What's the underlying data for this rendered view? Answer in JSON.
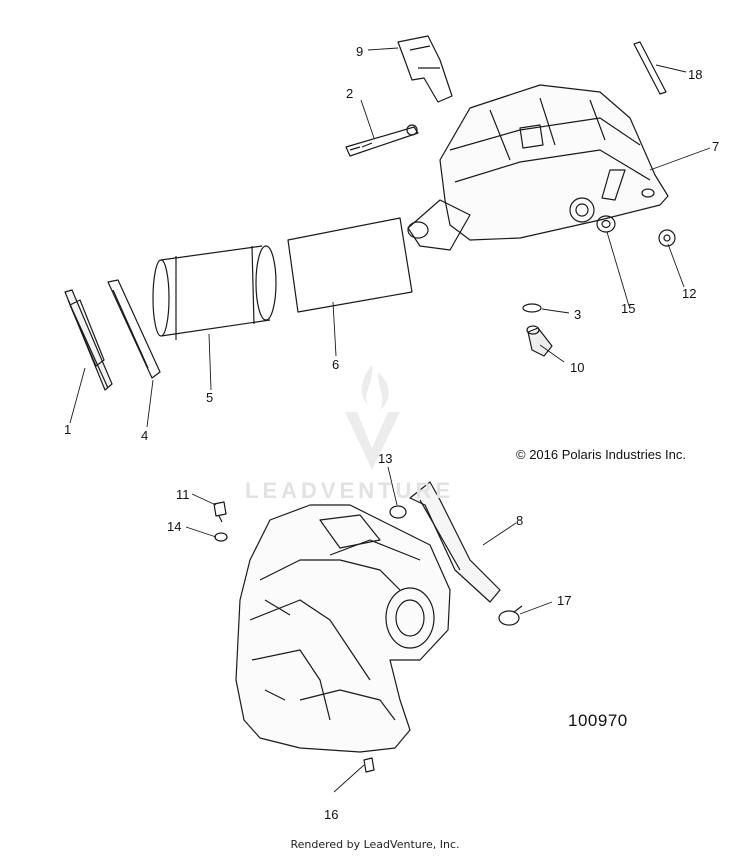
{
  "callouts": [
    {
      "id": "1",
      "label": "1"
    },
    {
      "id": "2",
      "label": "2"
    },
    {
      "id": "3",
      "label": "3"
    },
    {
      "id": "4",
      "label": "4"
    },
    {
      "id": "5",
      "label": "5"
    },
    {
      "id": "6",
      "label": "6"
    },
    {
      "id": "7",
      "label": "7"
    },
    {
      "id": "8",
      "label": "8"
    },
    {
      "id": "9",
      "label": "9"
    },
    {
      "id": "10",
      "label": "10"
    },
    {
      "id": "11",
      "label": "11"
    },
    {
      "id": "12",
      "label": "12"
    },
    {
      "id": "13",
      "label": "13"
    },
    {
      "id": "14",
      "label": "14"
    },
    {
      "id": "15",
      "label": "15"
    },
    {
      "id": "16",
      "label": "16"
    },
    {
      "id": "17",
      "label": "17"
    },
    {
      "id": "18",
      "label": "18"
    }
  ],
  "copyright": "© 2016 Polaris Industries Inc.",
  "drawing_number": "100970",
  "footer": "Rendered by LeadVenture, Inc.",
  "watermark": "LEADVENTURE",
  "colors": {
    "line": "#1a1a1a",
    "watermark": "#e2e2e2",
    "background": "#ffffff"
  }
}
